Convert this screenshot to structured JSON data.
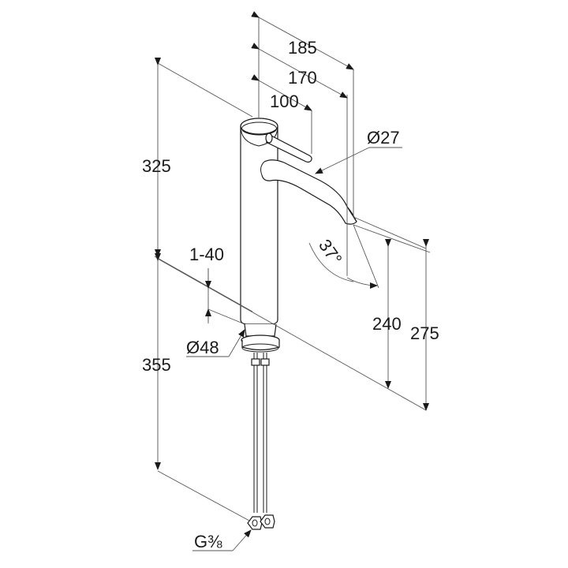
{
  "dimensions": {
    "spout_reach_185": "185",
    "spout_reach_170": "170",
    "lever_100": "100",
    "spout_diameter": "Ø27",
    "total_height_325": "325",
    "spout_angle": "37°",
    "deck_thickness": "1-40",
    "base_diameter": "Ø48",
    "hose_length": "355",
    "spout_height_240": "240",
    "spout_height_275": "275",
    "connection_thread": "G⅜"
  }
}
